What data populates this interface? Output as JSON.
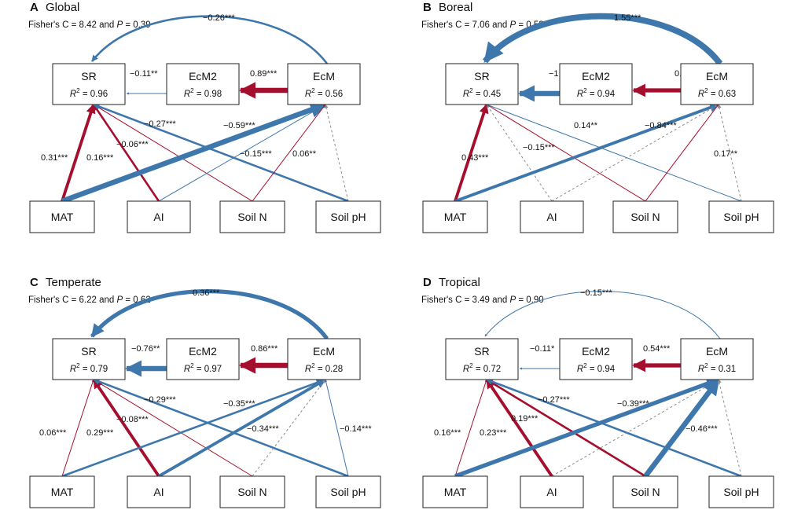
{
  "colors": {
    "positive": "#a50f2d",
    "negative": "#3e77ab",
    "nonsignificant": "#8a8a8a"
  },
  "panels": [
    {
      "letter": "A",
      "name": "Global",
      "fisher_prefix": "Fisher's C = 8.42 and ",
      "p_symbol": "P",
      "fisher_suffix": " = 0.39",
      "nodes": {
        "SR": {
          "label": "SR",
          "r2_prefix": "R",
          "r2_value": " = 0.96"
        },
        "EcM2": {
          "label": "EcM2",
          "r2_prefix": "R",
          "r2_value": " = 0.98"
        },
        "EcM": {
          "label": "EcM",
          "r2_prefix": "R",
          "r2_value": " = 0.56"
        },
        "MAT": {
          "label": "MAT"
        },
        "AI": {
          "label": "AI"
        },
        "SoilN": {
          "label": "Soil N"
        },
        "SoilpH": {
          "label": "Soil pH"
        }
      },
      "paths": [
        {
          "from": "EcM",
          "to": "SR",
          "label": "−0.26***",
          "sign": "negative",
          "strength": 2
        },
        {
          "from": "EcM2",
          "to": "SR",
          "label": "−0.11**",
          "sign": "negative",
          "strength": 1
        },
        {
          "from": "EcM",
          "to": "EcM2",
          "label": "0.89***",
          "sign": "positive",
          "strength": 5
        },
        {
          "from": "MAT",
          "to": "SR",
          "label": "0.31***",
          "sign": "positive",
          "strength": 3
        },
        {
          "from": "AI",
          "to": "SR",
          "label": "0.16***",
          "sign": "positive",
          "strength": 2
        },
        {
          "from": "SoilN",
          "to": "SR",
          "label": "−0.06***",
          "sign": "positive",
          "strength": 1
        },
        {
          "from": "SoilpH",
          "to": "SR",
          "label": "−0.27***",
          "sign": "negative",
          "strength": 2
        },
        {
          "from": "MAT",
          "to": "EcM",
          "label": "−0.59***",
          "sign": "negative",
          "strength": 5
        },
        {
          "from": "AI",
          "to": "EcM",
          "label": "−0.15***",
          "sign": "negative",
          "strength": 1
        },
        {
          "from": "SoilN",
          "to": "EcM",
          "label": "0.06**",
          "sign": "positive",
          "strength": 1
        },
        {
          "from": "SoilpH",
          "to": "EcM",
          "label": "",
          "sign": "nonsignificant",
          "strength": 1
        }
      ]
    },
    {
      "letter": "B",
      "name": "Boreal",
      "fisher_prefix": "Fisher's C = 7.06 and ",
      "p_symbol": "P",
      "fisher_suffix": " = 0.53",
      "nodes": {
        "SR": {
          "label": "SR",
          "r2_prefix": "R",
          "r2_value": " = 0.45"
        },
        "EcM2": {
          "label": "EcM2",
          "r2_prefix": "R",
          "r2_value": " = 0.94"
        },
        "EcM": {
          "label": "EcM",
          "r2_prefix": "R",
          "r2_value": " = 0.63"
        },
        "MAT": {
          "label": "MAT"
        },
        "AI": {
          "label": "AI"
        },
        "SoilN": {
          "label": "Soil N"
        },
        "SoilpH": {
          "label": "Soil pH"
        }
      },
      "paths": [
        {
          "from": "EcM",
          "to": "SR",
          "label": "1.55***",
          "sign": "negative",
          "strength": 6
        },
        {
          "from": "EcM2",
          "to": "SR",
          "label": "−1.53***",
          "sign": "negative",
          "strength": 5
        },
        {
          "from": "EcM",
          "to": "EcM2",
          "label": "0.88***",
          "sign": "positive",
          "strength": 4
        },
        {
          "from": "MAT",
          "to": "SR",
          "label": "0.43***",
          "sign": "positive",
          "strength": 3
        },
        {
          "from": "AI",
          "to": "SR",
          "label": "",
          "sign": "nonsignificant",
          "strength": 1
        },
        {
          "from": "SoilN",
          "to": "SR",
          "label": "−0.15***",
          "sign": "positive",
          "strength": 1
        },
        {
          "from": "SoilpH",
          "to": "SR",
          "label": "0.14**",
          "sign": "negative",
          "strength": 1
        },
        {
          "from": "MAT",
          "to": "EcM",
          "label": "−0.84***",
          "sign": "negative",
          "strength": 3
        },
        {
          "from": "AI",
          "to": "EcM",
          "label": "",
          "sign": "nonsignificant",
          "strength": 1
        },
        {
          "from": "SoilN",
          "to": "EcM",
          "label": "0.17**",
          "sign": "positive",
          "strength": 1
        },
        {
          "from": "SoilpH",
          "to": "EcM",
          "label": "",
          "sign": "nonsignificant",
          "strength": 1
        }
      ]
    },
    {
      "letter": "C",
      "name": "Temperate",
      "fisher_prefix": "Fisher's C = 6.22 and ",
      "p_symbol": "P",
      "fisher_suffix": " = 0.62",
      "nodes": {
        "SR": {
          "label": "SR",
          "r2_prefix": "R",
          "r2_value": " = 0.79"
        },
        "EcM2": {
          "label": "EcM2",
          "r2_prefix": "R",
          "r2_value": " = 0.97"
        },
        "EcM": {
          "label": "EcM",
          "r2_prefix": "R",
          "r2_value": " = 0.28"
        },
        "MAT": {
          "label": "MAT"
        },
        "AI": {
          "label": "AI"
        },
        "SoilN": {
          "label": "Soil N"
        },
        "SoilpH": {
          "label": "Soil pH"
        }
      },
      "paths": [
        {
          "from": "EcM",
          "to": "SR",
          "label": "0.36***",
          "sign": "negative",
          "strength": 4
        },
        {
          "from": "EcM2",
          "to": "SR",
          "label": "−0.76**",
          "sign": "negative",
          "strength": 5
        },
        {
          "from": "EcM",
          "to": "EcM2",
          "label": "0.86***",
          "sign": "positive",
          "strength": 5
        },
        {
          "from": "MAT",
          "to": "SR",
          "label": "0.06***",
          "sign": "positive",
          "strength": 1
        },
        {
          "from": "AI",
          "to": "SR",
          "label": "0.29***",
          "sign": "positive",
          "strength": 3
        },
        {
          "from": "SoilN",
          "to": "SR",
          "label": "−0.08***",
          "sign": "positive",
          "strength": 1
        },
        {
          "from": "SoilpH",
          "to": "SR",
          "label": "−0.29***",
          "sign": "negative",
          "strength": 2
        },
        {
          "from": "MAT",
          "to": "EcM",
          "label": "−0.35***",
          "sign": "negative",
          "strength": 2
        },
        {
          "from": "AI",
          "to": "EcM",
          "label": "−0.34***",
          "sign": "negative",
          "strength": 3
        },
        {
          "from": "SoilN",
          "to": "EcM",
          "label": "",
          "sign": "nonsignificant",
          "strength": 1
        },
        {
          "from": "SoilpH",
          "to": "EcM",
          "label": "−0.14***",
          "sign": "negative",
          "strength": 1
        }
      ]
    },
    {
      "letter": "D",
      "name": "Tropical",
      "fisher_prefix": "Fisher's C = 3.49 and ",
      "p_symbol": "P",
      "fisher_suffix": " = 0.90",
      "nodes": {
        "SR": {
          "label": "SR",
          "r2_prefix": "R",
          "r2_value": " = 0.72"
        },
        "EcM2": {
          "label": "EcM2",
          "r2_prefix": "R",
          "r2_value": " = 0.94"
        },
        "EcM": {
          "label": "EcM",
          "r2_prefix": "R",
          "r2_value": " = 0.31"
        },
        "MAT": {
          "label": "MAT"
        },
        "AI": {
          "label": "AI"
        },
        "SoilN": {
          "label": "Soil N"
        },
        "SoilpH": {
          "label": "Soil pH"
        }
      },
      "paths": [
        {
          "from": "EcM",
          "to": "SR",
          "label": "−0.15***",
          "sign": "negative",
          "strength": 1
        },
        {
          "from": "EcM2",
          "to": "SR",
          "label": "−0.11*",
          "sign": "negative",
          "strength": 1
        },
        {
          "from": "EcM",
          "to": "EcM2",
          "label": "0.54***",
          "sign": "positive",
          "strength": 4
        },
        {
          "from": "MAT",
          "to": "SR",
          "label": "0.16***",
          "sign": "positive",
          "strength": 1
        },
        {
          "from": "AI",
          "to": "SR",
          "label": "0.23***",
          "sign": "positive",
          "strength": 3
        },
        {
          "from": "SoilN",
          "to": "SR",
          "label": "0.19***",
          "sign": "positive",
          "strength": 2
        },
        {
          "from": "SoilpH",
          "to": "SR",
          "label": "−0.27***",
          "sign": "negative",
          "strength": 2
        },
        {
          "from": "MAT",
          "to": "EcM",
          "label": "−0.39***",
          "sign": "negative",
          "strength": 4
        },
        {
          "from": "AI",
          "to": "EcM",
          "label": "",
          "sign": "nonsignificant",
          "strength": 1
        },
        {
          "from": "SoilN",
          "to": "EcM",
          "label": "−0.46***",
          "sign": "negative",
          "strength": 5
        },
        {
          "from": "SoilpH",
          "to": "EcM",
          "label": "",
          "sign": "nonsignificant",
          "strength": 1
        }
      ]
    }
  ]
}
